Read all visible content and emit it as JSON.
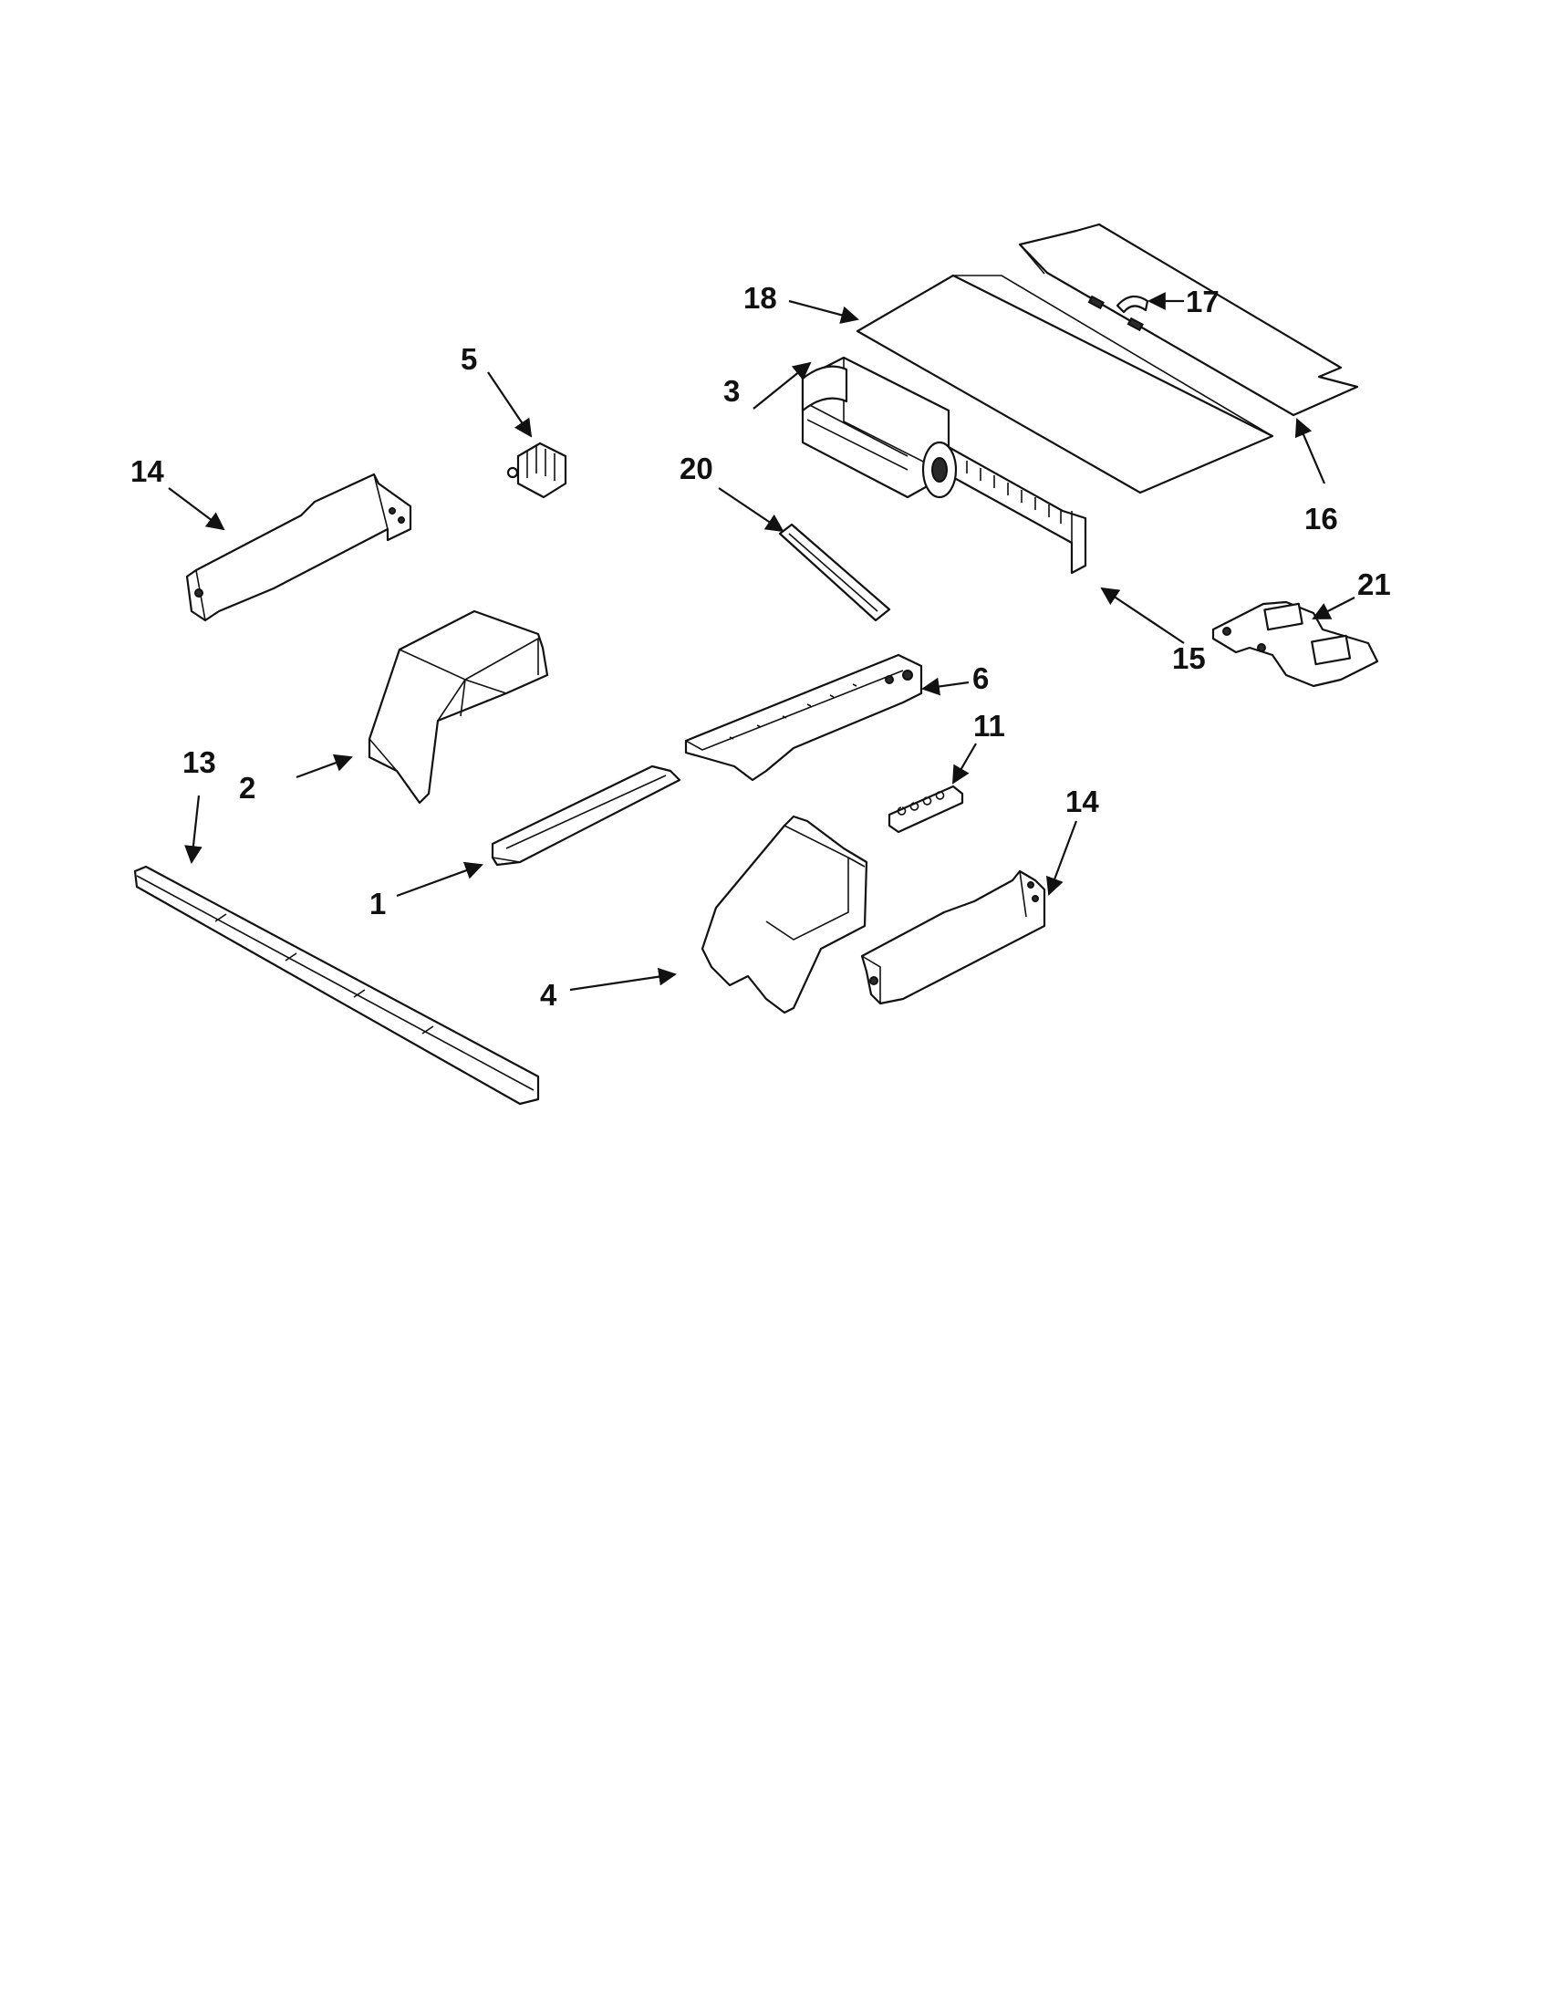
{
  "callouts": {
    "part_1": "1",
    "part_2": "2",
    "part_3": "3",
    "part_4": "4",
    "part_5": "5",
    "part_6": "6",
    "part_11": "11",
    "part_13": "13",
    "part_14_left": "14",
    "part_14_right": "14",
    "part_15": "15",
    "part_16": "16",
    "part_17": "17",
    "part_18": "18",
    "part_20": "20",
    "part_21": "21"
  }
}
